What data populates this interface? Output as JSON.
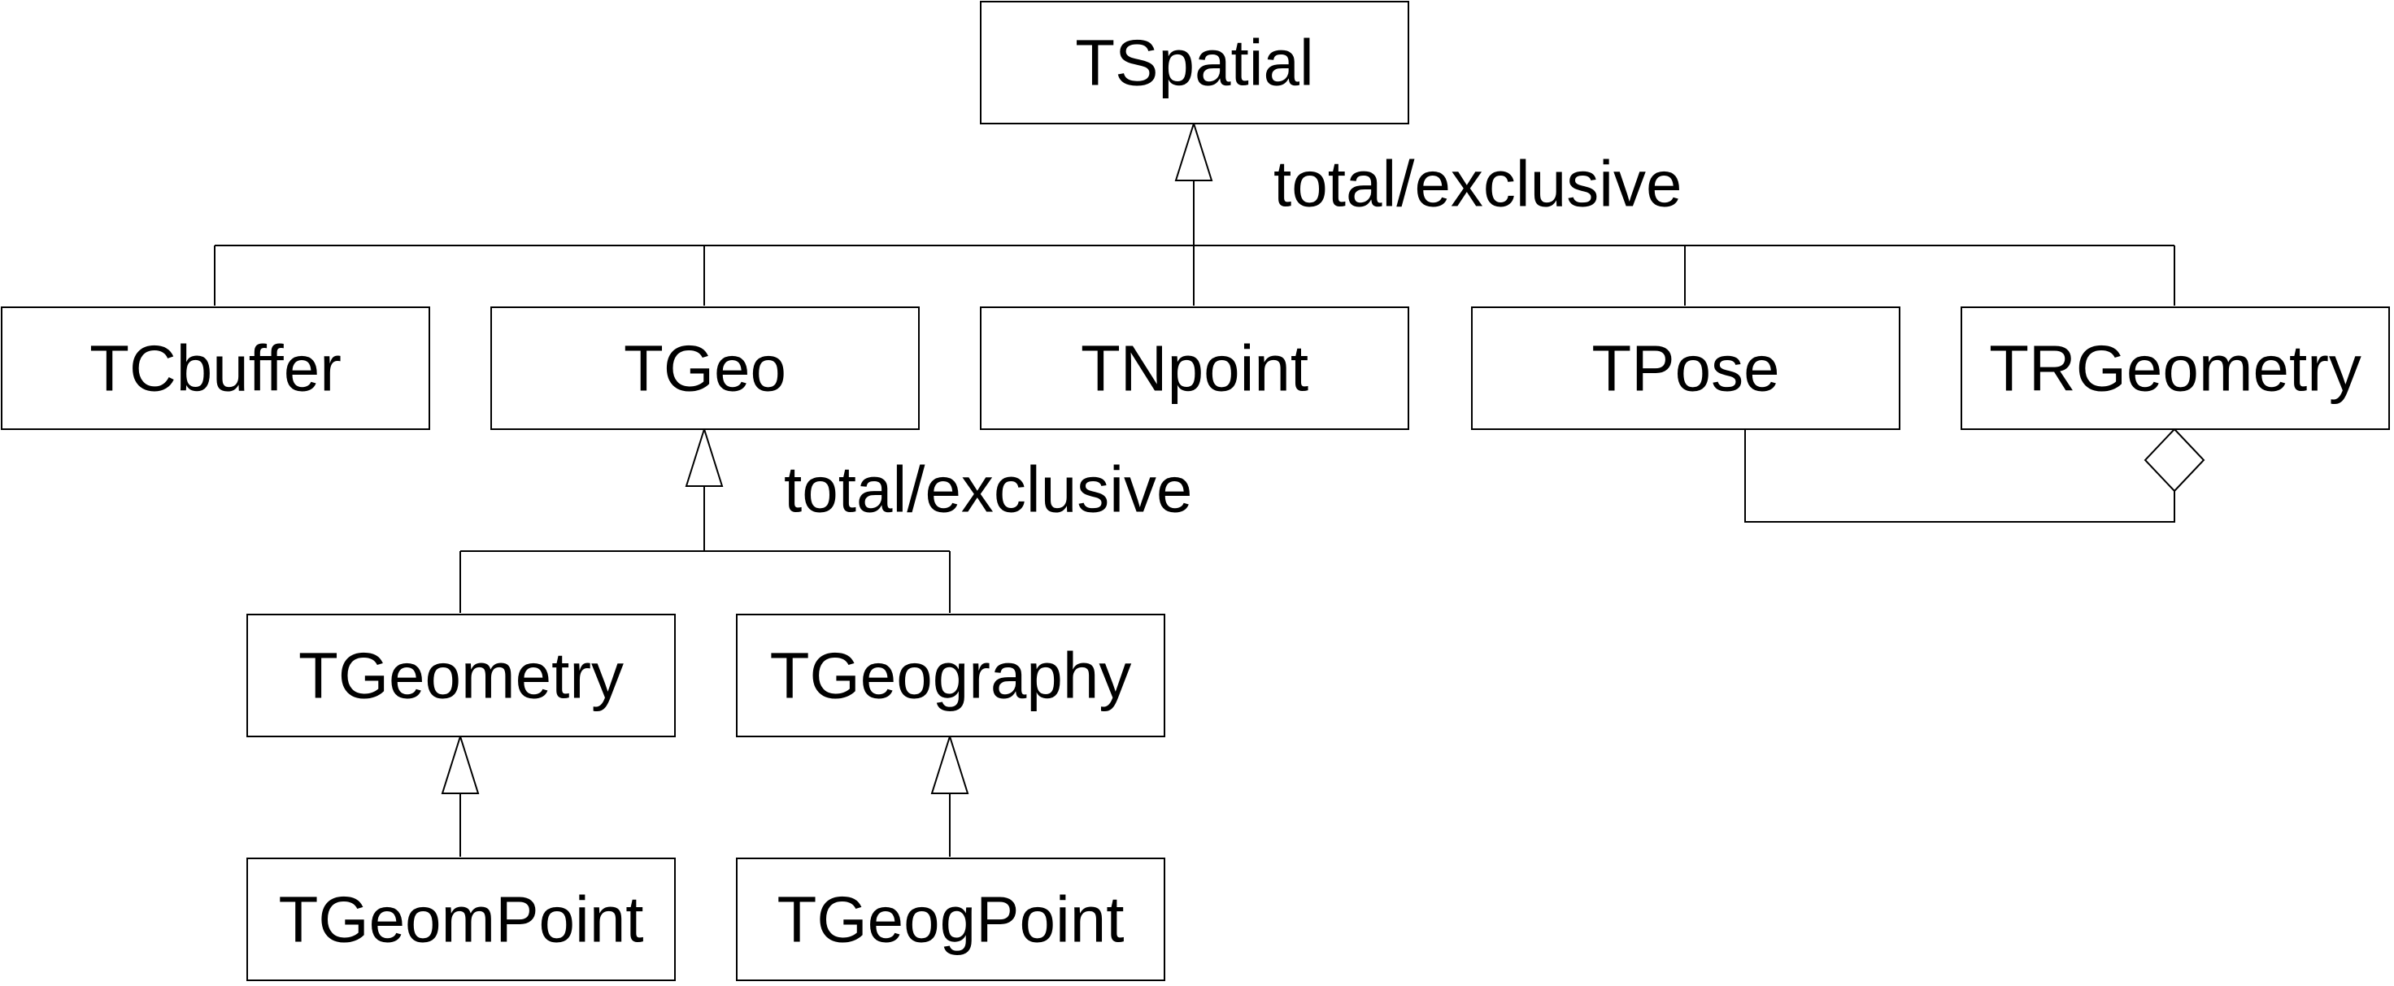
{
  "classes": {
    "tspatial": "TSpatial",
    "tcbuffer": "TCbuffer",
    "tgeo": "TGeo",
    "tnpoint": "TNpoint",
    "tpose": "TPose",
    "trgeometry": "TRGeometry",
    "tgeometry": "TGeometry",
    "tgeography": "TGeography",
    "tgeompoint": "TGeomPoint",
    "tgeogpoint": "TGeogPoint"
  },
  "constraints": {
    "tspatial_generalization": "total/exclusive",
    "tgeo_generalization": "total/exclusive"
  }
}
